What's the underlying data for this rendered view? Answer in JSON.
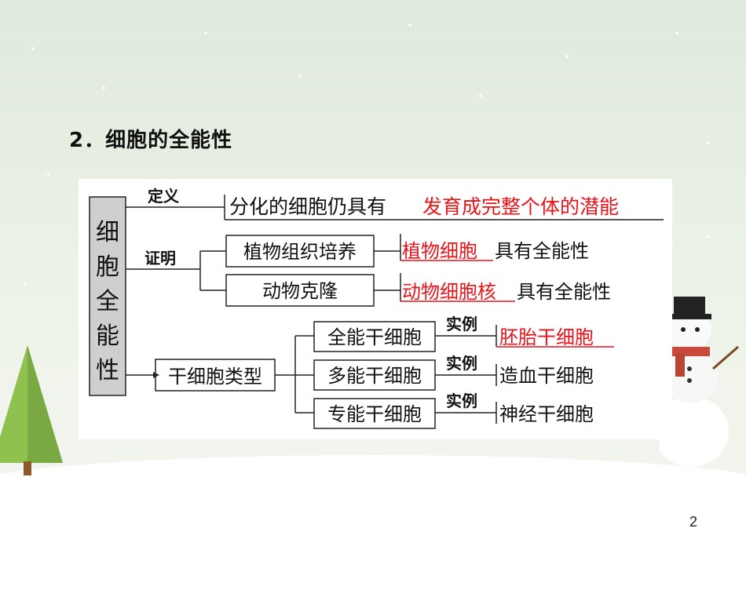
{
  "heading": "2．细胞的全能性",
  "page_number": "2",
  "diagram": {
    "root": "细胞全能性",
    "definition_label": "定义",
    "definition_prefix": "分化的细胞仍具有",
    "definition_highlight": "发育成完整个体的潜能",
    "proof_label": "证明",
    "proofs": [
      {
        "box": "植物组织培养",
        "highlight": "植物细胞",
        "suffix": "具有全能性"
      },
      {
        "box": "动物克隆",
        "highlight": "动物细胞核",
        "suffix": "具有全能性"
      }
    ],
    "stem_box": "干细胞类型",
    "example_label": "实例",
    "stem_types": [
      {
        "box": "全能干细胞",
        "example": "胚胎干细胞",
        "highlight": true
      },
      {
        "box": "多能干细胞",
        "example": "造血干细胞",
        "highlight": false
      },
      {
        "box": "专能干细胞",
        "example": "神经干细胞",
        "highlight": false
      }
    ]
  },
  "colors": {
    "highlight": "#e8141a",
    "text": "#111111",
    "root_box": "#cfcfcf"
  }
}
